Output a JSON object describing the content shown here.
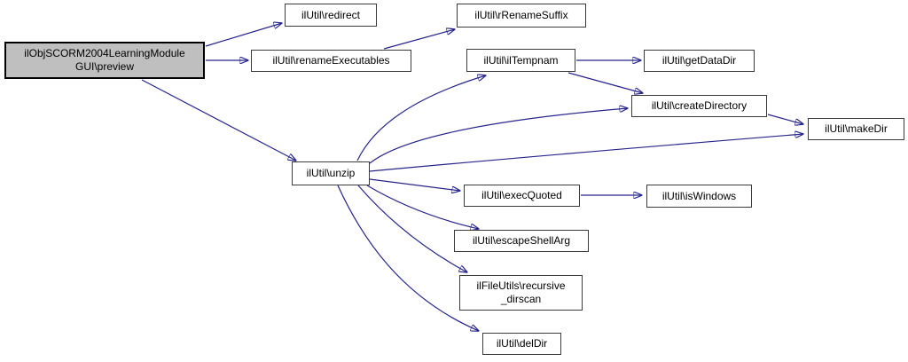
{
  "diagram": {
    "type": "call-graph",
    "background_color": "#ffffff",
    "edge_color": "#26258C",
    "node_border_color": "#3a3a3a",
    "node_fill_color": "#ffffff",
    "highlighted_node_fill_color": "#bfbfbf",
    "text_color": "#000000",
    "nodes": {
      "preview": {
        "label": "ilObjSCORM2004LearningModule\nGUI\\preview",
        "highlighted": true
      },
      "redirect": {
        "label": "ilUtil\\redirect",
        "highlighted": false
      },
      "rename_executables": {
        "label": "ilUtil\\renameExecutables",
        "highlighted": false
      },
      "r_rename_suffix": {
        "label": "ilUtil\\rRenameSuffix",
        "highlighted": false
      },
      "il_tempnam": {
        "label": "ilUtil\\ilTempnam",
        "highlighted": false
      },
      "get_data_dir": {
        "label": "ilUtil\\getDataDir",
        "highlighted": false
      },
      "create_directory": {
        "label": "ilUtil\\createDirectory",
        "highlighted": false
      },
      "make_dir": {
        "label": "ilUtil\\makeDir",
        "highlighted": false
      },
      "unzip": {
        "label": "ilUtil\\unzip",
        "highlighted": false
      },
      "exec_quoted": {
        "label": "ilUtil\\execQuoted",
        "highlighted": false
      },
      "is_windows": {
        "label": "ilUtil\\isWindows",
        "highlighted": false
      },
      "escape_shell_arg": {
        "label": "ilUtil\\escapeShellArg",
        "highlighted": false
      },
      "recursive_dirscan": {
        "label": "ilFileUtils\\recursive\n_dirscan",
        "highlighted": false
      },
      "del_dir": {
        "label": "ilUtil\\delDir",
        "highlighted": false
      }
    },
    "edges": [
      {
        "from": "preview",
        "to": "redirect"
      },
      {
        "from": "preview",
        "to": "rename_executables"
      },
      {
        "from": "preview",
        "to": "unzip"
      },
      {
        "from": "rename_executables",
        "to": "r_rename_suffix"
      },
      {
        "from": "il_tempnam",
        "to": "get_data_dir"
      },
      {
        "from": "il_tempnam",
        "to": "create_directory"
      },
      {
        "from": "create_directory",
        "to": "make_dir"
      },
      {
        "from": "unzip",
        "to": "il_tempnam"
      },
      {
        "from": "unzip",
        "to": "create_directory"
      },
      {
        "from": "unzip",
        "to": "make_dir"
      },
      {
        "from": "unzip",
        "to": "exec_quoted"
      },
      {
        "from": "unzip",
        "to": "escape_shell_arg"
      },
      {
        "from": "unzip",
        "to": "recursive_dirscan"
      },
      {
        "from": "unzip",
        "to": "del_dir"
      },
      {
        "from": "exec_quoted",
        "to": "is_windows"
      }
    ]
  }
}
